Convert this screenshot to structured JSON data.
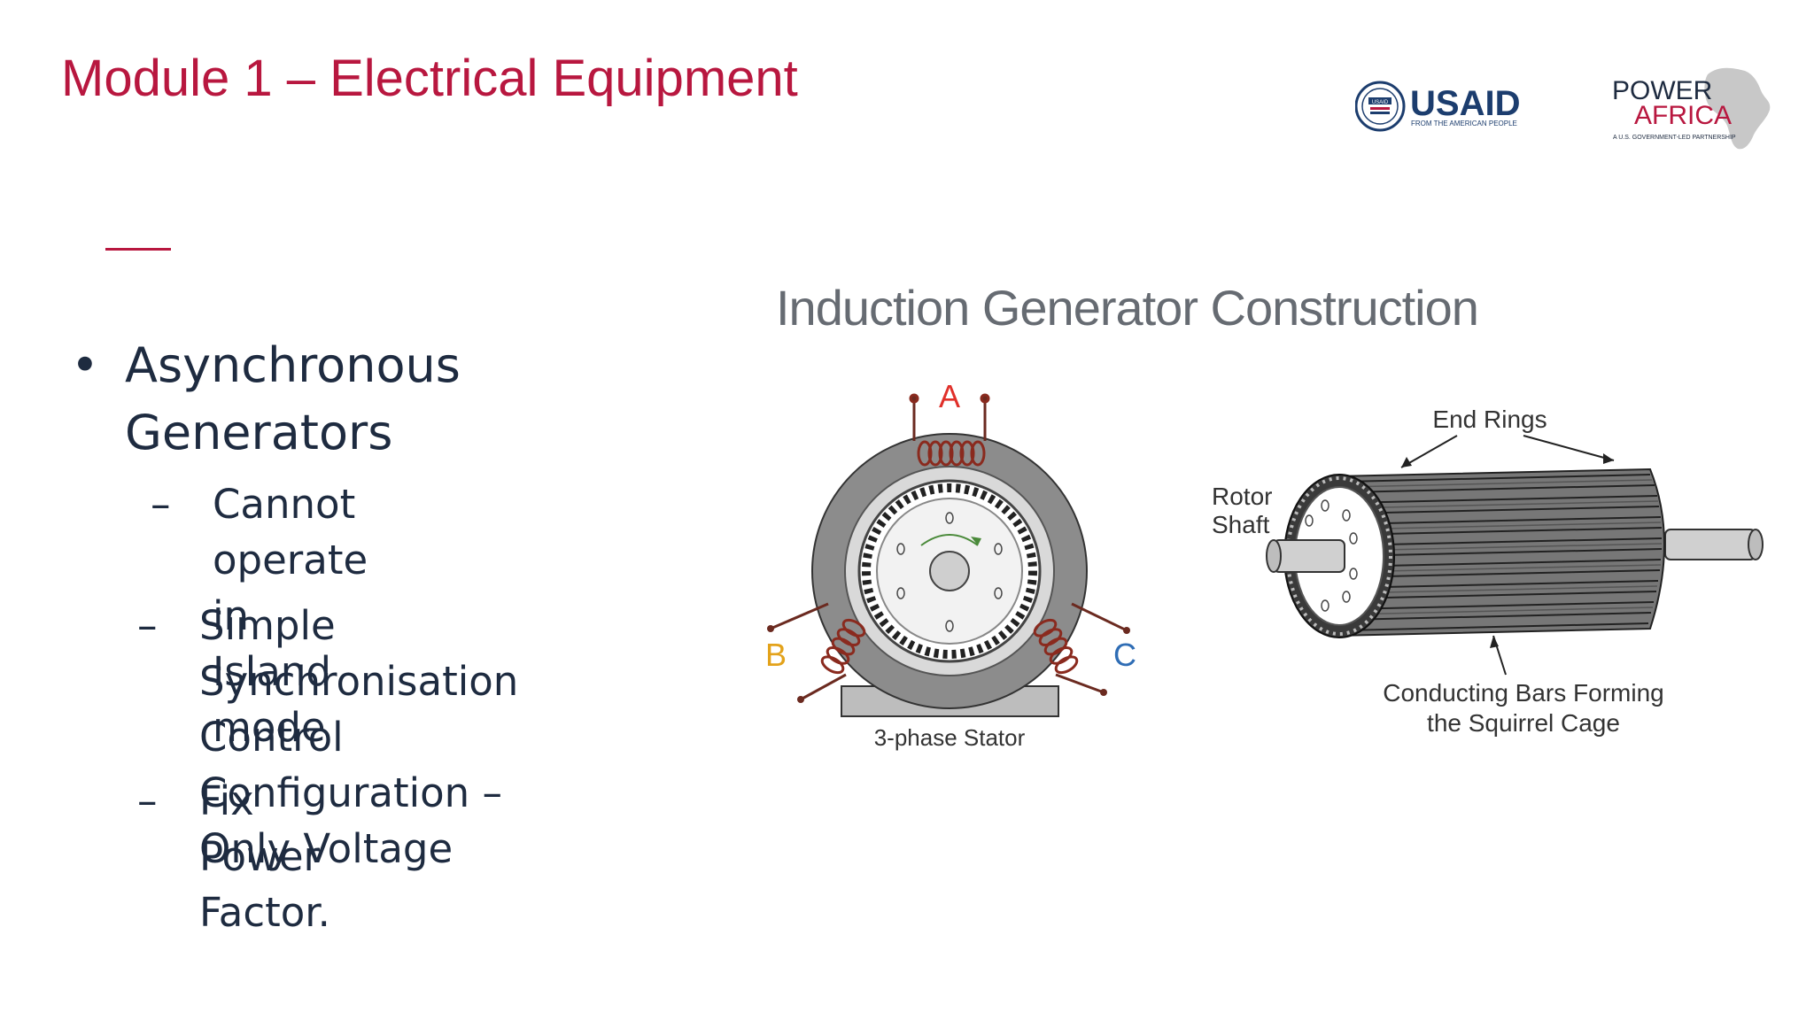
{
  "slide": {
    "title": "Module 1 – Electrical Equipment",
    "bullets": {
      "main": "Asynchronous Generators",
      "subs": [
        [
          "Cannot operate in Island",
          "mode"
        ],
        [
          "Simple Synchronisation",
          "Control Configuration –",
          "Only Voltage"
        ],
        [
          "Fix Power Factor."
        ]
      ],
      "dash": "–",
      "dot": "•"
    }
  },
  "logos": {
    "usaid": {
      "name": "USAID",
      "tagline": "FROM THE AMERICAN PEOPLE",
      "seal_text": "USAID"
    },
    "power_africa": {
      "line1": "POWER",
      "line2": "AFRICA",
      "tagline": "A U.S. GOVERNMENT-LED PARTNERSHIP"
    }
  },
  "figure": {
    "title": "Induction Generator Construction",
    "stator": {
      "phase_a": "A",
      "phase_b": "B",
      "phase_c": "C",
      "caption": "3-phase Stator"
    },
    "rotor": {
      "end_rings": "End Rings",
      "shaft_line1": "Rotor",
      "shaft_line2": "Shaft",
      "bars_line1": "Conducting Bars Forming",
      "bars_line2": "the Squirrel Cage"
    }
  },
  "colors": {
    "brand_red": "#b8173f",
    "phase_a": "#e0302a",
    "phase_b": "#e3a21a",
    "phase_c": "#2f6db5",
    "coil": "#8a2a1e"
  }
}
